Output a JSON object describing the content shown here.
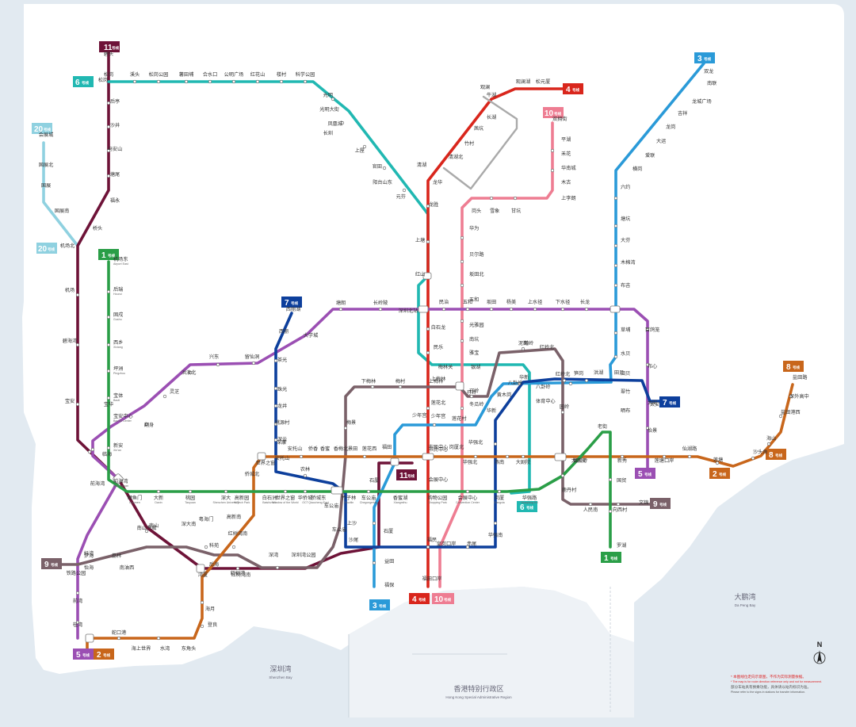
{
  "map": {
    "sea_labels": {
      "shenzhen_bay_cn": "深圳湾",
      "shenzhen_bay_en": "Shenzhen Bay",
      "dapeng_bay_cn": "大鹏湾",
      "dapeng_bay_en": "Da Peng Bay",
      "hk_cn": "香港特别行政区",
      "hk_en": "Hong Kong Special Administrative Region"
    },
    "compass": "N",
    "notes": [
      "* 本图线位走向示意图，不作为实际测量依据。",
      "* The map is for route direction reference only and not for measurement.",
      "部分车站具有换乘功能，具体请以站内标识为准。",
      "Please refer to the signs in stations for transfer information."
    ]
  },
  "lines": [
    {
      "badge": "1",
      "sub": "号线",
      "color": "#2a9e47"
    },
    {
      "badge": "2",
      "sub": "号线",
      "color": "#c8661b"
    },
    {
      "badge": "3",
      "sub": "号线",
      "color": "#2a9ad8"
    },
    {
      "badge": "4",
      "sub": "号线",
      "color": "#d9261c"
    },
    {
      "badge": "5",
      "sub": "号线",
      "color": "#9b4fb3"
    },
    {
      "badge": "6",
      "sub": "号线",
      "color": "#21b8b2"
    },
    {
      "badge": "7",
      "sub": "号线",
      "color": "#0d3f9c"
    },
    {
      "badge": "8",
      "sub": "号线",
      "color": "#c8661b"
    },
    {
      "badge": "9",
      "sub": "号线",
      "color": "#7a6169"
    },
    {
      "badge": "10",
      "sub": "号线",
      "color": "#ee7d92"
    },
    {
      "badge": "11",
      "sub": "号线",
      "color": "#6e1338"
    },
    {
      "badge": "20",
      "sub": "号线",
      "color": "#8fd1e0"
    }
  ],
  "stations": {
    "l1": [
      "机场东",
      "后瑞",
      "固戍",
      "西乡",
      "坪洲",
      "宝体",
      "宝安中心",
      "新安",
      "前海湾",
      "鲤鱼门",
      "大新",
      "桃园",
      "深大",
      "高新园",
      "白石洲",
      "世界之窗",
      "华侨城",
      "侨城东",
      "竹子林",
      "车公庙",
      "香蜜湖",
      "购物公园",
      "会展中心",
      "岗厦",
      "华强路",
      "科学馆",
      "大剧院",
      "老街",
      "国贸",
      "罗湖"
    ],
    "l1_en": [
      "Airport East",
      "Hourui",
      "Gushu",
      "Xixiang",
      "Pingzhou",
      "Baoti",
      "Bao'an Center",
      "Xin'an",
      "Qianhaiwan",
      "Liyumen",
      "Daxin",
      "Taoyuan",
      "Shenzhen University",
      "Hi-Tech Park",
      "Baishizhou",
      "Window of the World",
      "OCT",
      "Qiaocheng East",
      "Zhuzilin",
      "Chegongmiao",
      "Xiangmihu",
      "Shopping Park",
      "Convention Center",
      "Gangxia",
      "Huaqiang Rd",
      "Science Museum",
      "Grand Theater",
      "Laojie",
      "Guomao",
      "Luohu"
    ],
    "l2": [
      "赤湾",
      "蛇口港",
      "海上世界",
      "水湾",
      "东角头",
      "湾厦",
      "海月",
      "登良",
      "后海",
      "科苑",
      "红树湾",
      "世界之窗",
      "侨城北",
      "深康",
      "安托山",
      "侨香",
      "香蜜",
      "香梅北",
      "景田",
      "莲花西",
      "福田",
      "市民中心",
      "岗厦北",
      "华强北",
      "燕南",
      "大剧院",
      "湖贝",
      "黄贝岭",
      "新秀",
      "莲塘口岸",
      "仙湖路",
      "莲塘"
    ],
    "l3": [
      "双龙",
      "南联",
      "龙城广场",
      "吉祥",
      "龙岗",
      "大运",
      "爱联",
      "横岗",
      "六约",
      "塘坑",
      "大芬",
      "木棉湾",
      "布吉",
      "草埔",
      "水贝",
      "田贝",
      "翠竹",
      "晒布",
      "老街",
      "红岭",
      "通新岭",
      "华新",
      "莲花村",
      "少年宫",
      "莲花西",
      "石厦",
      "购物公园",
      "福保",
      "益田"
    ],
    "l4": [
      "牛湖",
      "观澜湖",
      "松元厦",
      "观澜",
      "长湖",
      "茜坑",
      "竹村",
      "清湖北",
      "清湖",
      "龙华",
      "龙胜",
      "上塘",
      "红山",
      "深圳北站",
      "白石龙",
      "民乐",
      "上梅林",
      "莲花北",
      "少年宫",
      "市民中心",
      "会展中心",
      "福民",
      "福田口岸"
    ],
    "l5": [
      "赤湾",
      "荔湾",
      "铁路公园",
      "妈湾",
      "前湾公园",
      "前湾",
      "桂湾",
      "前海湾",
      "临海",
      "宝华",
      "宝安中心",
      "翻身",
      "灵芝",
      "洪浪北",
      "兴东",
      "留仙洞",
      "西丽",
      "大学城",
      "塘朗",
      "长岭陂",
      "深圳北站",
      "民治",
      "五和",
      "坂田",
      "杨美",
      "上水径",
      "下水径",
      "长龙",
      "布吉",
      "百鸽笼",
      "布心",
      "太安",
      "怡景",
      "黄贝岭"
    ],
    "l6": [
      "松岗",
      "溪头",
      "松岗公园",
      "薯田埔",
      "合水口",
      "公明广场",
      "红花山",
      "楼村",
      "科学公园",
      "光明",
      "光明大街",
      "凤凰城",
      "长圳",
      "上屋",
      "官田",
      "阳台山东",
      "元芬",
      "上芬",
      "红山",
      "深圳北站",
      "梅林关",
      "翰岭",
      "银湖",
      "八卦岭",
      "体育中心",
      "通新岭",
      "科学馆"
    ],
    "l7": [
      "西丽湖",
      "西丽",
      "茶光",
      "珠光",
      "龙井",
      "桃源村",
      "深云",
      "安托山",
      "农林",
      "车公庙",
      "上沙",
      "沙尾",
      "石厦",
      "皇岗村",
      "福民",
      "皇岗口岸",
      "赤尾",
      "华强南",
      "华强北",
      "华新",
      "黄木岗",
      "八卦岭",
      "红岭北",
      "笋岗",
      "洪湖",
      "田贝",
      "太安"
    ],
    "l8": [
      "莲塘",
      "梧桐山南",
      "沙头角",
      "海山",
      "盐田港西",
      "深外高中",
      "盐田路"
    ],
    "l9": [
      "前湾",
      "梦海",
      "怡海",
      "荔林",
      "南油西",
      "南油",
      "南山书城",
      "深大南",
      "粤海门",
      "高新南",
      "红树湾南",
      "深湾",
      "深圳湾公园",
      "下沙",
      "车公庙",
      "香梅",
      "景田",
      "梅景",
      "下梅林",
      "梅村",
      "上梅林",
      "孖岭",
      "银湖",
      "泥岗",
      "红岭北",
      "园岭",
      "红岭",
      "红岭南",
      "鹿丹村",
      "人民南",
      "向西村",
      "文锦"
    ],
    "l10": [
      "双拥街",
      "平湖",
      "禾花",
      "华南城",
      "木古",
      "上李朗",
      "甘坑",
      "雪象",
      "岗头",
      "华为",
      "贝尔路",
      "坂田北",
      "五和",
      "光雅园",
      "南坑",
      "雅宝",
      "孖岭",
      "冬瓜岭",
      "莲花村",
      "岗厦北",
      "岗厦",
      "福民",
      "福田口岸"
    ],
    "l11": [
      "碧头",
      "松岗",
      "后亭",
      "沙井",
      "马安山",
      "塘尾",
      "福永",
      "桥头",
      "机场北",
      "机场",
      "碧海湾",
      "宝安",
      "前海湾",
      "南山",
      "后海",
      "红树湾南",
      "车公庙",
      "福田"
    ],
    "l20": [
      "会展城",
      "国展北",
      "国展",
      "国展南",
      "机场北"
    ]
  }
}
